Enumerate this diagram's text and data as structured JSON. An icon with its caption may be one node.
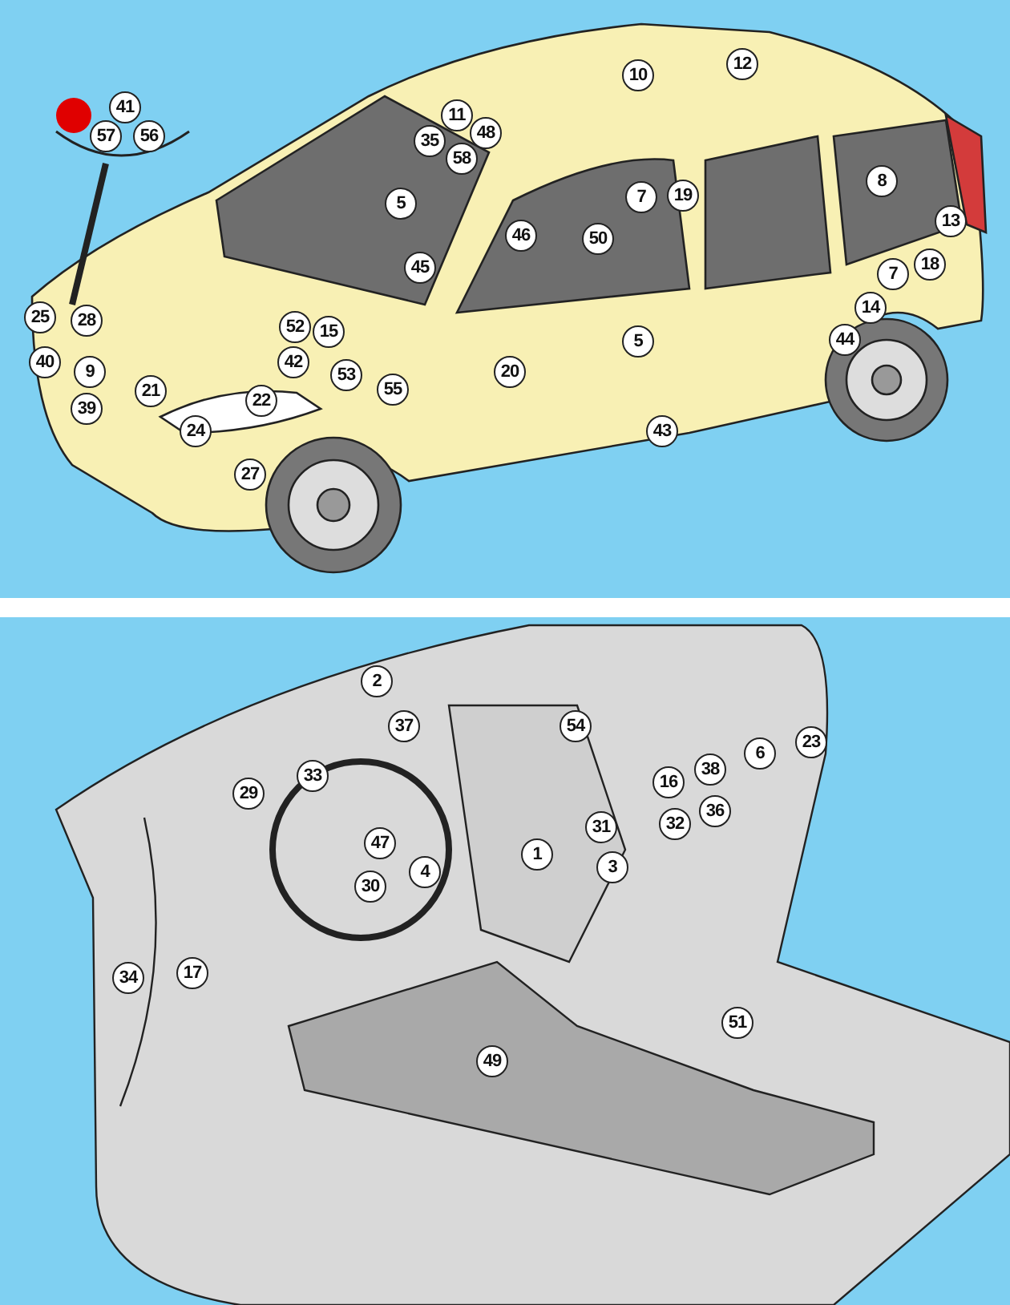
{
  "diagram": {
    "labels": [
      "10",
      "12",
      "41",
      "11",
      "57",
      "56",
      "48",
      "35",
      "58",
      "5",
      "8",
      "7",
      "19",
      "13",
      "46",
      "50",
      "45",
      "18",
      "7",
      "14",
      "25",
      "28",
      "52",
      "15",
      "44",
      "5",
      "40",
      "42",
      "9",
      "20",
      "53",
      "55",
      "21",
      "22",
      "39",
      "24",
      "43",
      "27",
      "2",
      "37",
      "54",
      "23",
      "6",
      "38",
      "16",
      "29",
      "33",
      "36",
      "32",
      "31",
      "1",
      "47",
      "3",
      "4",
      "30",
      "34",
      "17",
      "51",
      "49"
    ]
  }
}
